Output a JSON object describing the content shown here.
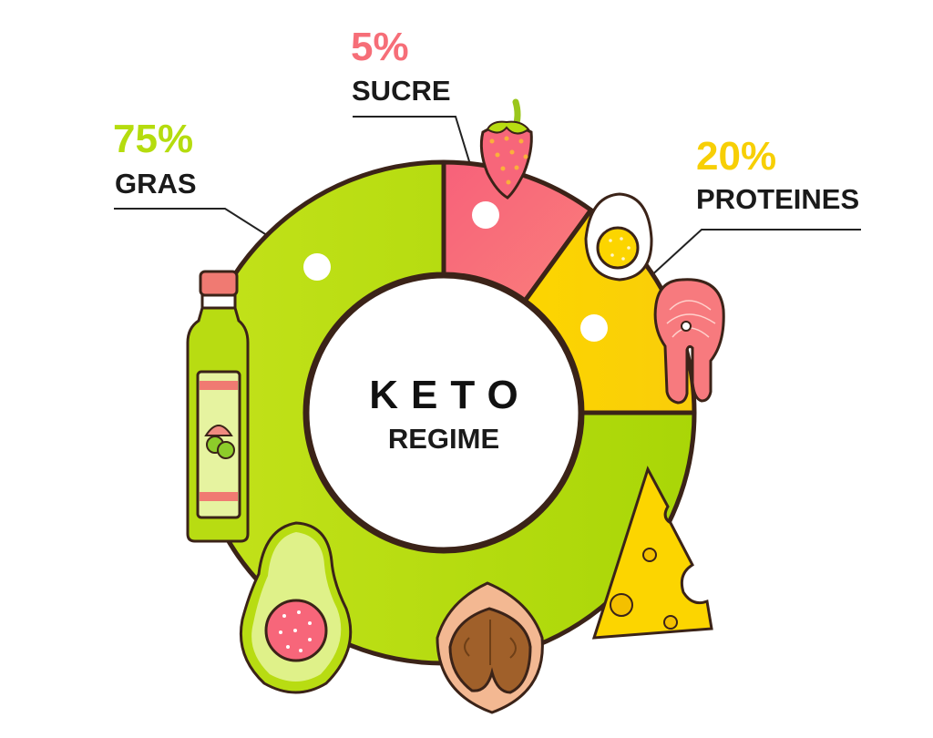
{
  "chart_data": {
    "type": "pie",
    "variant": "donut",
    "title": "KETO",
    "subtitle": "REGIME",
    "categories": [
      "GRAS",
      "SUCRE",
      "PROTEINES"
    ],
    "values": [
      75,
      5,
      20
    ],
    "labels": [
      "75%",
      "5%",
      "20%"
    ],
    "colors": [
      "#b8dc12",
      "#f7667a",
      "#fbd207"
    ],
    "legend": "callout labels with leader lines"
  },
  "center": {
    "title": "KETO",
    "subtitle": "REGIME"
  },
  "labels": {
    "gras": {
      "pct": "75%",
      "name": "GRAS",
      "color": "#b5dc0e"
    },
    "sucre": {
      "pct": "5%",
      "name": "SUCRE",
      "color": "#f66e78"
    },
    "proteines": {
      "pct": "20%",
      "name": "PROTEINES",
      "color": "#f7cf05"
    }
  },
  "icons": [
    "olive-oil-bottle",
    "strawberry",
    "boiled-egg",
    "salmon-steak",
    "cheese-wedge",
    "walnut",
    "avocado"
  ]
}
